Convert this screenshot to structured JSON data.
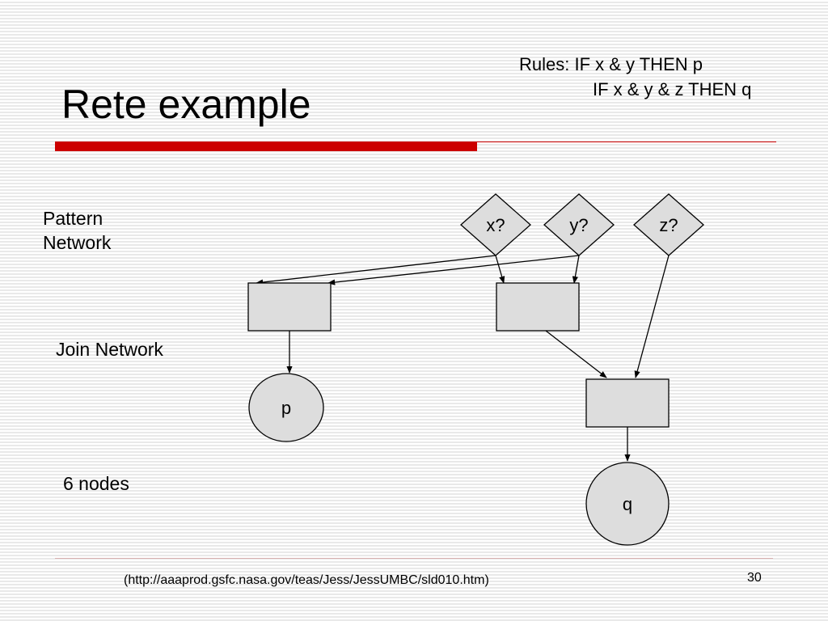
{
  "slide": {
    "title": "Rete example",
    "rules_line1": "Rules: IF x & y THEN p",
    "rules_line2": "IF x & y & z THEN q",
    "label_pattern": "Pattern\nNetwork",
    "label_join": "Join Network",
    "label_nodes": "6 nodes",
    "footer_url": "(http://aaaprod.gsfc.nasa.gov/teas/Jess/JessUMBC/sld010.htm)",
    "page_number": "30"
  },
  "diagram": {
    "pattern_nodes": [
      "x?",
      "y?",
      "z?"
    ],
    "terminal_nodes": [
      "p",
      "q"
    ],
    "colors": {
      "node_fill": "#dddddd",
      "stroke": "#000000",
      "accent": "#cc0000"
    }
  }
}
